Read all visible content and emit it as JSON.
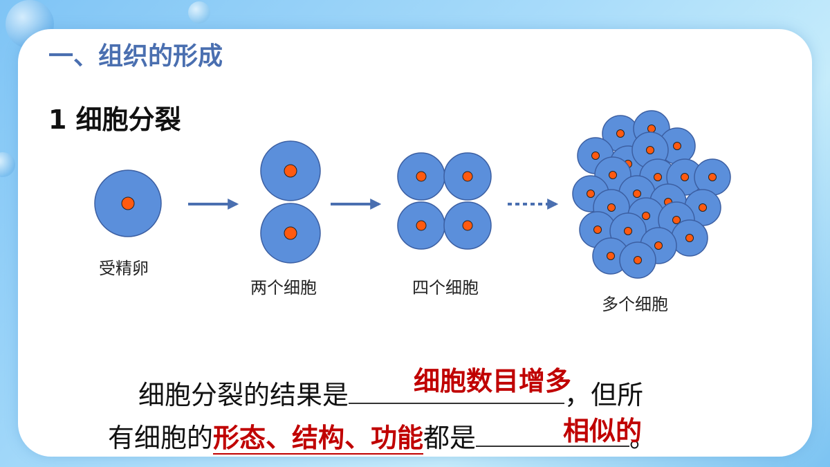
{
  "section_title": "一、组织的形成",
  "subtitle": "1 细胞分裂",
  "diagram": {
    "stages": [
      {
        "label": "受精卵"
      },
      {
        "label": "两个细胞"
      },
      {
        "label": "四个细胞"
      },
      {
        "label": "多个细胞"
      }
    ],
    "colors": {
      "cell_fill": "#5b8fdb",
      "cell_stroke": "#3c5fa2",
      "nucleus": "#ff5a10",
      "arrow": "#4a6fb0"
    }
  },
  "text": {
    "line1_prefix": "细胞分裂的结果是",
    "line1_suffix": "，但所",
    "line2_prefix": "有细胞的",
    "line2_emph": "形态、结构、功能",
    "line2_mid": "都是",
    "line2_end": "。",
    "answer1": "细胞数目增多",
    "answer2": "相似的"
  }
}
